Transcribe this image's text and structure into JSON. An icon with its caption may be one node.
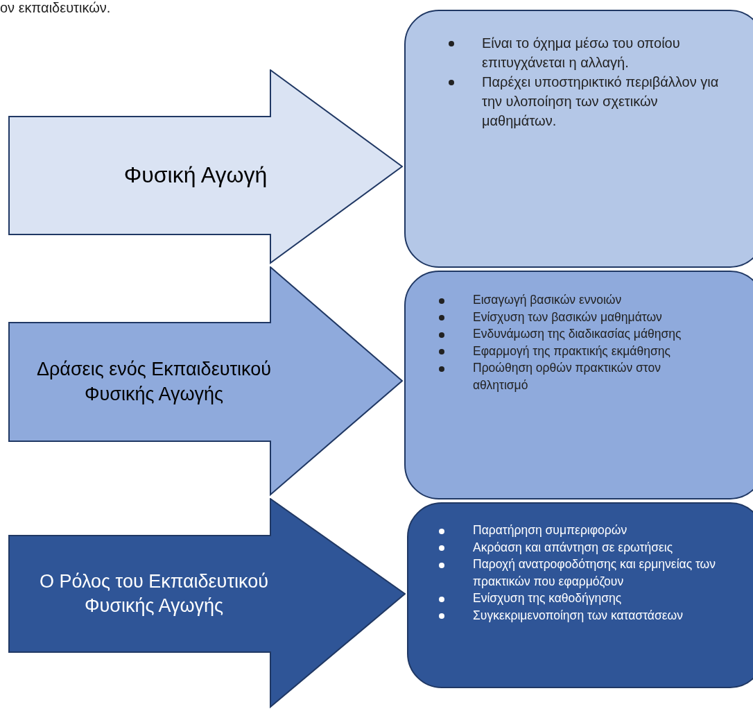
{
  "diagram": {
    "nodes": [
      {
        "text": [
          "Φυσική Αγωγή"
        ]
      },
      {
        "text": [
          "Είναι το όχημα μέσω του οποίου επιτυγχάνεται η αλλαγή.",
          "Παρέχει υποστηρικτικό περιβάλλον για την υλοποίηση των σχετικών μαθημάτων."
        ]
      },
      {
        "text": [
          "Δράσεις ενός Εκπαιδευτικού Φυσικής Αγωγής"
        ]
      },
      {
        "text": [
          "Εισαγωγή βασικών εννοιών",
          "Ενίσχυση των βασικών μαθημάτων",
          "Ενδυνάμωση της διαδικασίας μάθησης",
          "Εφαρμογή της πρακτικής εκμάθησης",
          "Προώθηση ορθών πρακτικών στον αθλητισμό"
        ]
      },
      {
        "text": [
          "Ο Ρόλος του Εκπαιδευτικού Φυσικής Αγωγής"
        ]
      },
      {
        "text": [
          "Παρατήρηση συμπεριφορών",
          "Ακρόαση και απάντηση σε ερωτήσεις",
          "Παροχή ανατροφοδότησης και ερμηνείας των πρακτικών που εφαρμόζουν",
          "Ενίσχυση της καθοδήγησης",
          "Συγκεκριμενοποίηση των καταστάσεων"
        ]
      }
    ],
    "labels": [
      "ον εκπαιδευτικών."
    ]
  }
}
